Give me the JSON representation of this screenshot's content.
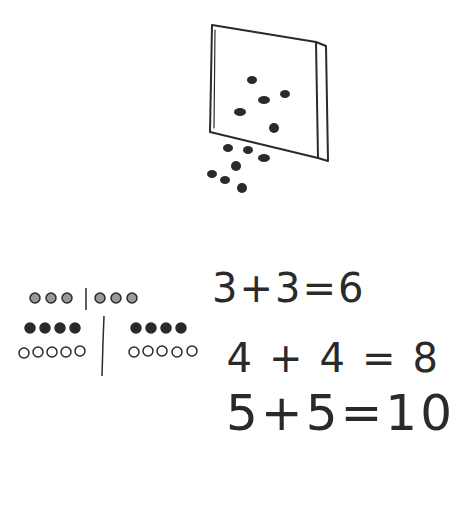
{
  "diagram": {
    "labels": [
      "3+3=6",
      "4+4=8",
      "5+5=10"
    ]
  }
}
